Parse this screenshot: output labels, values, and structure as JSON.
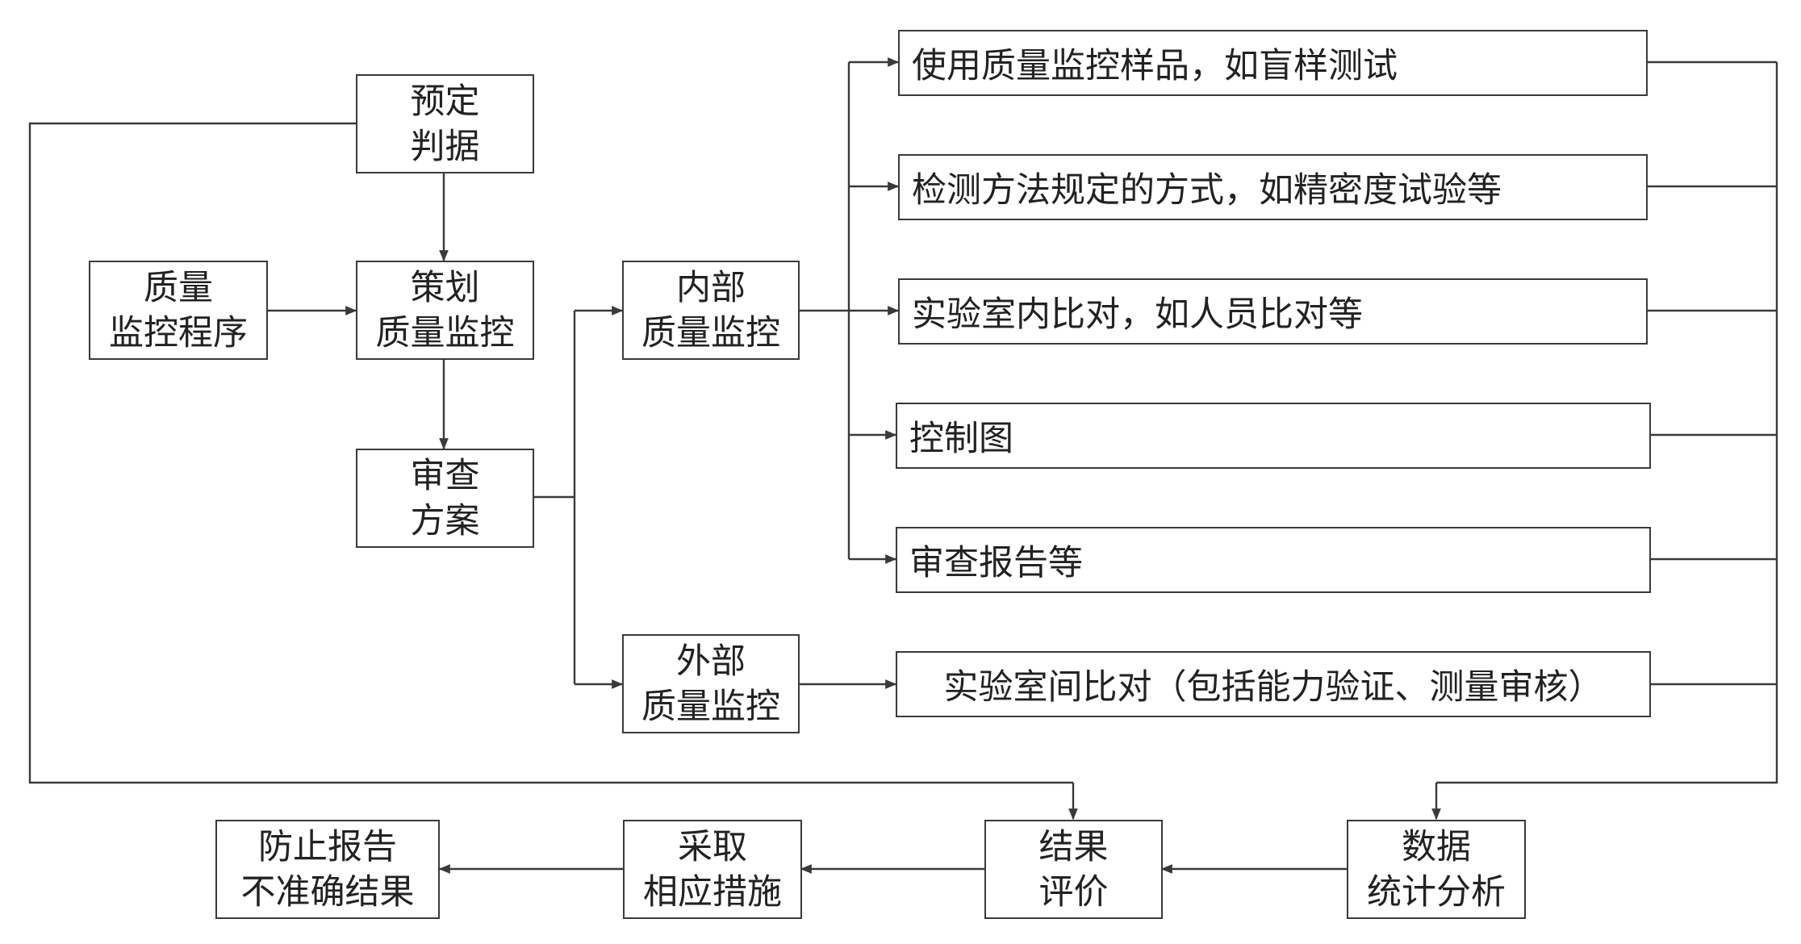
{
  "colors": {
    "line": "#3a3a3a",
    "text": "#222222",
    "background": "#ffffff"
  },
  "nodes": {
    "criteria": [
      "预定",
      "判据"
    ],
    "procedure": [
      "质量",
      "监控程序"
    ],
    "planning": [
      "策划",
      "质量监控"
    ],
    "review_plan": [
      "审查",
      "方案"
    ],
    "internal": [
      "内部",
      "质量监控"
    ],
    "external": [
      "外部",
      "质量监控"
    ],
    "data_analysis": [
      "数据",
      "统计分析"
    ],
    "evaluation": [
      "结果",
      "评价"
    ],
    "measures": [
      "采取",
      "相应措施"
    ],
    "prevent": [
      "防止报告",
      "不准确结果"
    ]
  },
  "methods": {
    "internal": [
      "使用质量监控样品，如盲样测试",
      "检测方法规定的方式，如精密度试验等",
      "实验室内比对，如人员比对等",
      "控制图",
      "审查报告等"
    ],
    "external": "实验室间比对（包括能力验证、测量审核）"
  }
}
